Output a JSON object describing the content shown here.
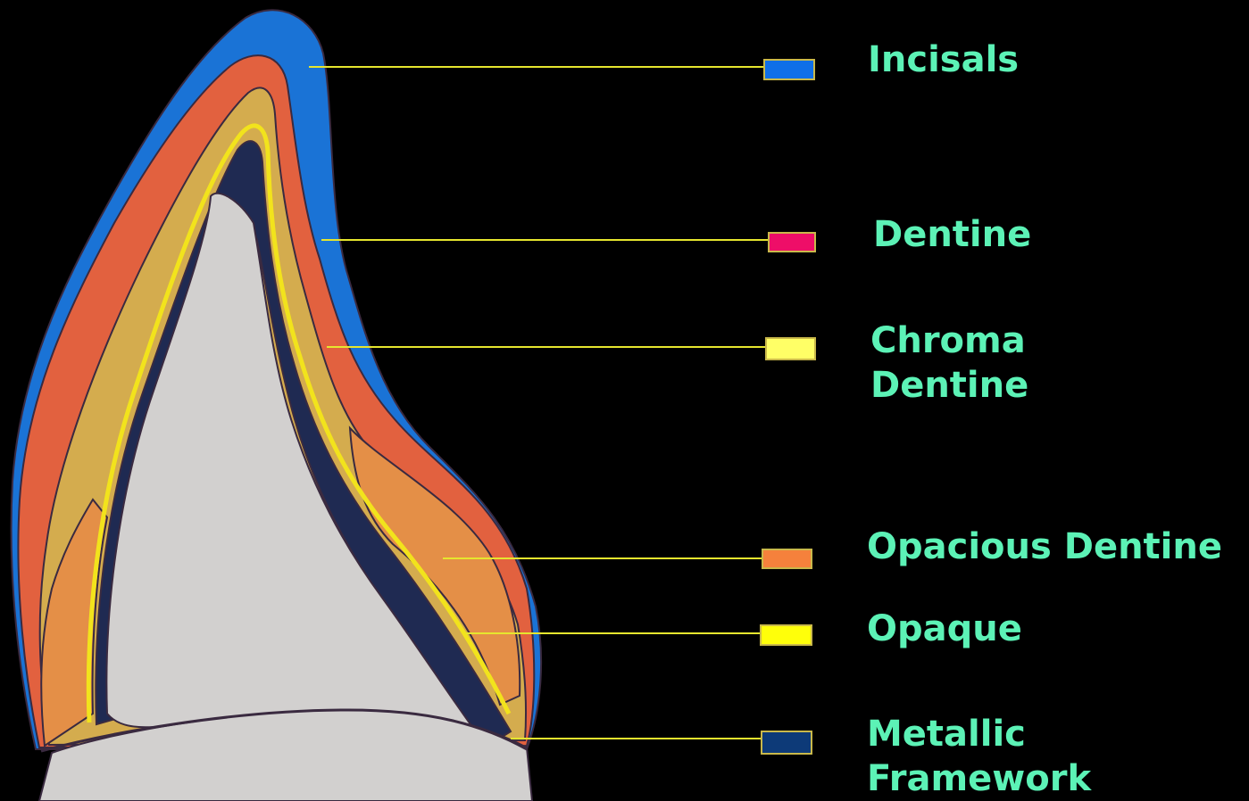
{
  "diagram": {
    "layers": [
      {
        "id": "incisals",
        "lines": [
          "Incisals"
        ],
        "swatch_color": "#0f6fe8"
      },
      {
        "id": "dentine",
        "lines": [
          "Dentine"
        ],
        "swatch_color": "#ee0e68"
      },
      {
        "id": "chroma-dentine",
        "lines": [
          "Chroma",
          "Dentine"
        ],
        "swatch_color": "#ffff66"
      },
      {
        "id": "opacious-dentine",
        "lines": [
          "Opacious Dentine"
        ],
        "swatch_color": "#f5813c"
      },
      {
        "id": "opaque",
        "lines": [
          "Opaque"
        ],
        "swatch_color": "#ffff0a"
      },
      {
        "id": "metallic-framework",
        "lines": [
          "Metallic",
          "Framework"
        ],
        "swatch_color": "#0d3a78"
      }
    ],
    "colors": {
      "background": "#000000",
      "label_text": "#5cf2b6",
      "leader_line": "#e6e62e",
      "swatch_border": "#c9b84a",
      "incisal_enamel": "#1a73d6",
      "dentine_body": "#e2613f",
      "chroma_dentine_band": "#d4ac4e",
      "opacious_dentine_band": "#e48f47",
      "opaque_line": "#f2e31c",
      "metal_band": "#1f2a52",
      "framework_core": "#d2d0cf",
      "outline": "#3a2a40"
    }
  }
}
